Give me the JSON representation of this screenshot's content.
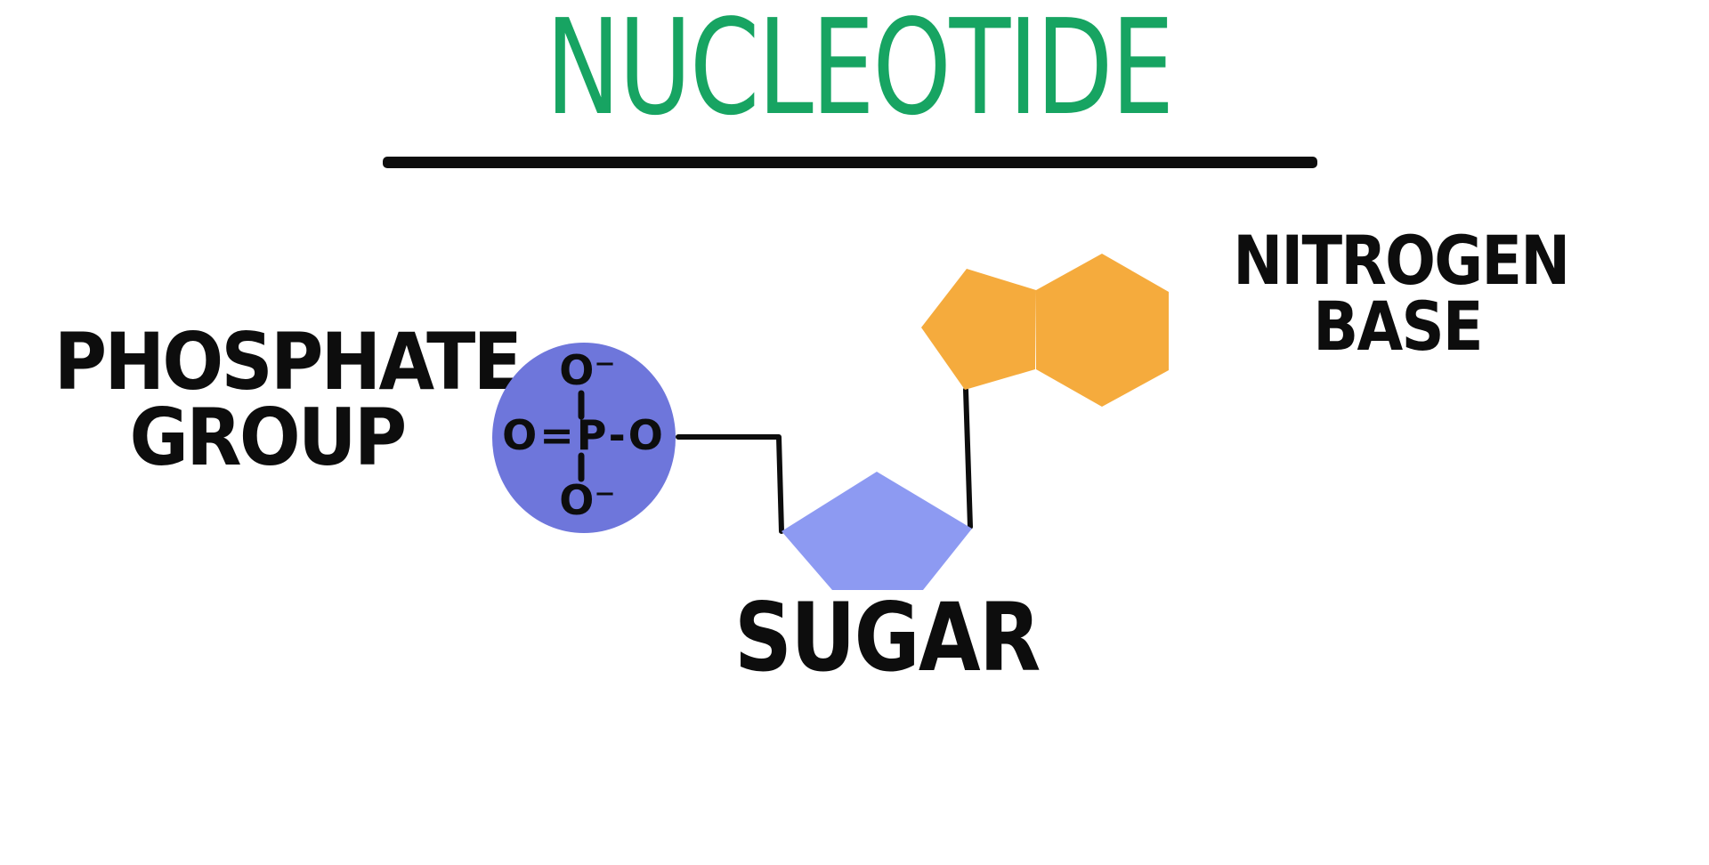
{
  "title": {
    "text": "NUCLEOTIDE"
  },
  "labels": {
    "phosphate_line1": "PHOSPHATE",
    "phosphate_line2": "GROUP",
    "nitrogen_line1": "NITROGEN",
    "nitrogen_line2": "BASE",
    "sugar": "SUGAR"
  },
  "phosphate_formula": {
    "top": "O⁻",
    "middle": "O=P-O",
    "bottom": "O⁻"
  },
  "colors": {
    "title_green": "#17a462",
    "phosphate_fill": "#6e76db",
    "sugar_fill": "#8d9af2",
    "nitrogen_base_fill": "#f5ab3d",
    "outline": "#0d0d0d"
  }
}
